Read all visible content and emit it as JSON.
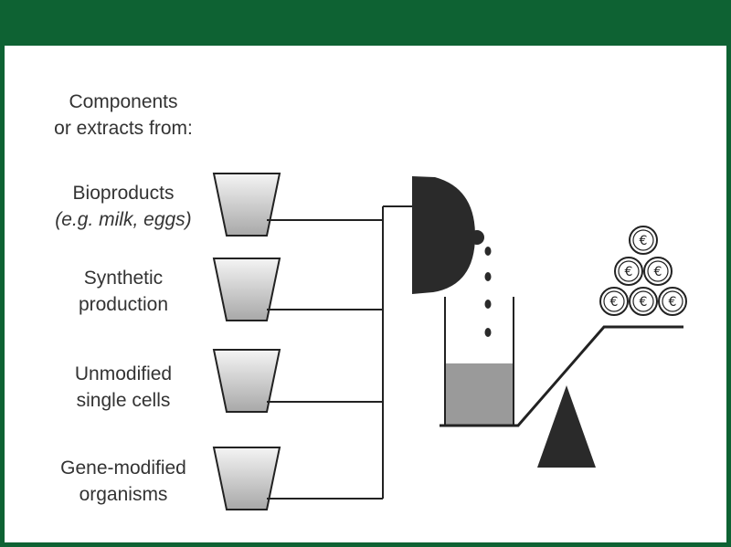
{
  "colors": {
    "header": "#0e6233",
    "ink": "#222222",
    "liquid": "#9a9a9a"
  },
  "heading": {
    "line1": "Components",
    "line2": "or extracts from:"
  },
  "sources": [
    {
      "line1": "Bioproducts",
      "line2": "(e.g. milk, eggs)",
      "icon": "cup-icon"
    },
    {
      "line1": "Synthetic",
      "line2": "production",
      "icon": "cup-icon"
    },
    {
      "line1": "Unmodified",
      "line2": "single cells",
      "icon": "cup-icon"
    },
    {
      "line1": "Gene-modified",
      "line2": "organisms",
      "icon": "cup-icon"
    }
  ],
  "coins": {
    "symbol": "€",
    "rows": [
      1,
      2,
      3
    ]
  }
}
